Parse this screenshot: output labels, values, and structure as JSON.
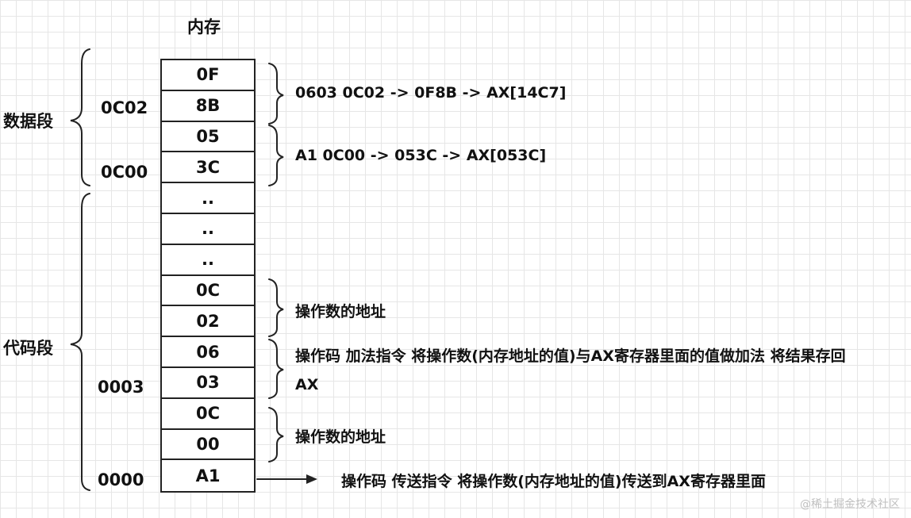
{
  "title": "内存",
  "segments": {
    "data": "数据段",
    "code": "代码段"
  },
  "addresses": [
    "0C02",
    "0C00",
    "0003",
    "0000"
  ],
  "cells": [
    "0F",
    "8B",
    "05",
    "3C",
    "..",
    "..",
    "..",
    "0C",
    "02",
    "06",
    "03",
    "0C",
    "00",
    "A1"
  ],
  "notes": {
    "n1": "0603 0C02 -> 0F8B -> AX[14C7]",
    "n2": "A1 0C00 -> 053C -> AX[053C]",
    "n3": "操作数的地址",
    "n4": "操作码 加法指令 将操作数(内存地址的值)与AX寄存器里面的值做加法 将结果存回AX",
    "n5": "操作数的地址",
    "n6": "操作码 传送指令 将操作数(内存地址的值)传送到AX寄存器里面"
  },
  "watermark": "@稀土掘金技术社区"
}
